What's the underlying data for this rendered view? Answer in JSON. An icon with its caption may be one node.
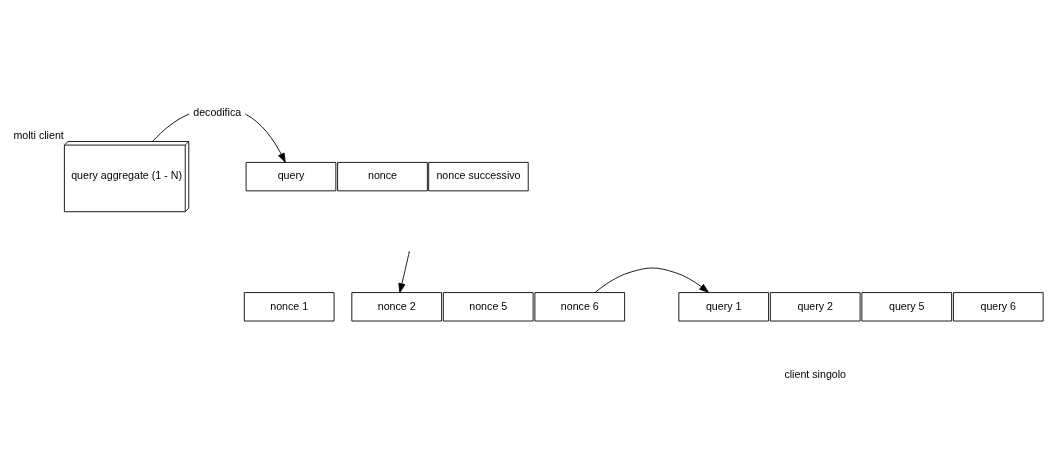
{
  "diagram": {
    "nodes": [
      {
        "text": [
          "query aggregate (1 - N)"
        ],
        "beside": [
          "molti client"
        ]
      },
      {
        "text": [
          "query"
        ]
      },
      {
        "text": [
          "nonce"
        ]
      },
      {
        "text": [
          "nonce successivo"
        ]
      },
      {
        "text": [
          "nonce 1"
        ]
      },
      {
        "text": [
          "nonce 2"
        ]
      },
      {
        "text": [
          "nonce 5"
        ]
      },
      {
        "text": [
          "nonce 6"
        ]
      },
      {
        "text": [
          "query 1"
        ]
      },
      {
        "text": [
          "query 2"
        ]
      },
      {
        "text": [
          "query 5"
        ]
      },
      {
        "text": [
          "query 6"
        ]
      }
    ],
    "edges": [
      {
        "from": 0,
        "to": 1,
        "arrow": "to",
        "label": "decodifica"
      },
      {
        "from": null,
        "to": 5,
        "arrow": "to"
      },
      {
        "from": 7,
        "to": 8,
        "arrow": "to"
      }
    ],
    "labels": [
      "client singolo"
    ]
  }
}
